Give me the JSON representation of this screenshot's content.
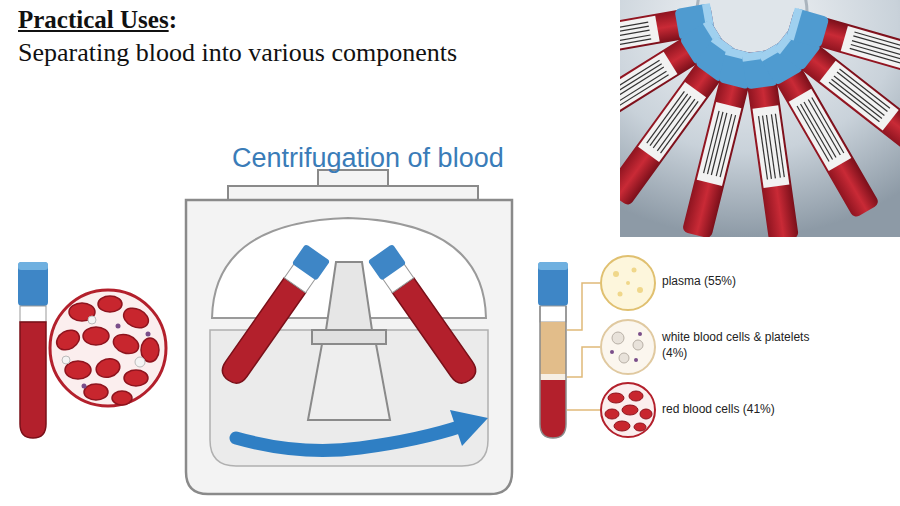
{
  "diagram": {
    "title": "Practical Uses",
    "labels": [
      ":",
      "Separating blood into various components",
      "Centrifugation of blood",
      "plasma (55%)",
      "white blood cells & platelets (4%)",
      "red blood cells (41%)"
    ]
  }
}
